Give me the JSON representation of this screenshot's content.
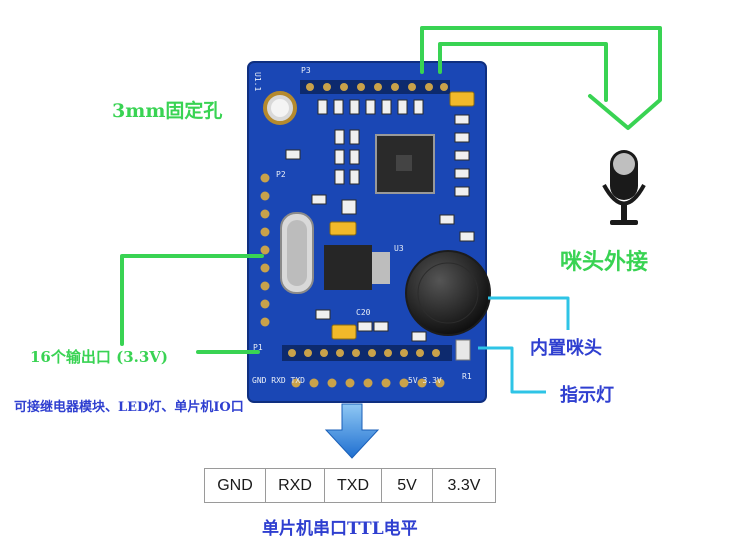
{
  "labels": {
    "mount_hole": "3mm固定孔",
    "ext_mic": "咪头外接",
    "builtin_mic": "内置咪头",
    "indicator": "指示灯",
    "outputs": "16个输出口 (3.3V)",
    "outputs_note": "可接继电器模块、LED灯、单片机IO口",
    "serial_level": "单片机串口TTL电平"
  },
  "pin_table": [
    "GND",
    "RXD",
    "TXD",
    "5V",
    "3.3V"
  ],
  "board_silk": {
    "u1": "U1.1",
    "p3": "P3",
    "p1": "P1",
    "p2": "P2",
    "u3": "U3",
    "c20": "C20",
    "r1": "R1",
    "bottom_pins": "GND RXD TXD",
    "bottom_power": "5V 3.3V"
  },
  "colors": {
    "board": "#1a47b5",
    "annotation_green": "#39d353",
    "annotation_cyan": "#2ec4e6",
    "arrow_blue": "#1f7fd8",
    "caption_blue": "#2f3fd0"
  }
}
